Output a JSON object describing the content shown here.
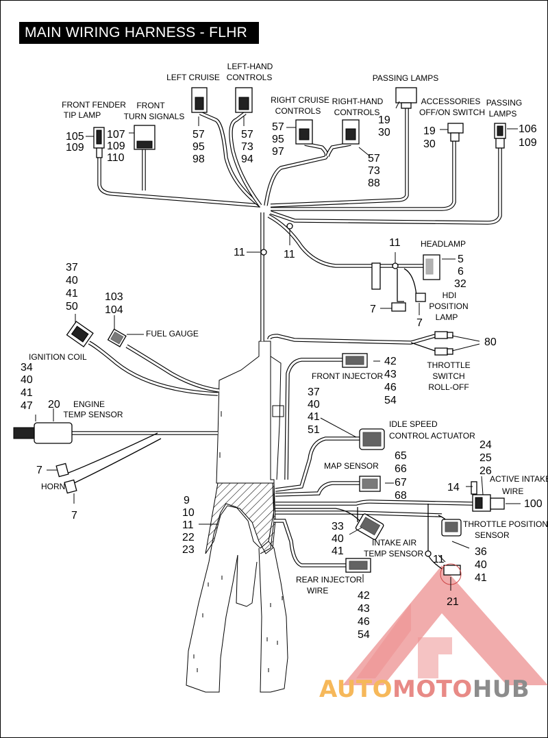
{
  "title": "MAIN WIRING HARNESS - FLHR",
  "labels": {
    "front_fender_tip_lamp": [
      "FRONT FENDER",
      "TIP LAMP"
    ],
    "front_turn_signals": [
      "FRONT",
      "TURN SIGNALS"
    ],
    "left_cruise": "LEFT CRUISE",
    "left_hand_controls": [
      "LEFT-HAND",
      "CONTROLS"
    ],
    "right_cruise_controls": [
      "RIGHT CRUISE",
      "CONTROLS"
    ],
    "right_hand_controls": [
      "RIGHT-HAND",
      "CONTROLS"
    ],
    "passing_lamps_top": "PASSING LAMPS",
    "accessories_switch": [
      "ACCESSORIES",
      "OFF/ON SWITCH"
    ],
    "passing_lamps_right": [
      "PASSING",
      "LAMPS"
    ],
    "headlamp": "HEADLAMP",
    "hdi_position_lamp": [
      "HDI",
      "POSITION",
      "LAMP"
    ],
    "throttle_switch": [
      "THROTTLE",
      "SWITCH",
      "ROLL-OFF"
    ],
    "fuel_gauge": "FUEL GAUGE",
    "ignition_coil": "IGNITION COIL",
    "engine_temp_sensor": [
      "ENGINE",
      "TEMP SENSOR"
    ],
    "horn": "HORN",
    "front_injector": "FRONT INJECTOR",
    "idle_speed": [
      "IDLE SPEED",
      "CONTROL ACTUATOR"
    ],
    "map_sensor": "MAP SENSOR",
    "active_intake": [
      "ACTIVE INTAKE",
      "WIRE"
    ],
    "throttle_position_sensor": [
      "THROTTLE POSITION",
      "SENSOR"
    ],
    "intake_air_temp": [
      "INTAKE AIR",
      "TEMP SENSOR"
    ],
    "rear_injector": [
      "REAR INJECTOR",
      "WIRE"
    ]
  },
  "callouts": {
    "front_fender_tip_lamp": [
      "105",
      "109"
    ],
    "front_turn_signals": [
      "107",
      "109",
      "110"
    ],
    "left_cruise": [
      "57",
      "95",
      "98"
    ],
    "left_hand_controls": [
      "57",
      "73",
      "94"
    ],
    "right_cruise_controls": [
      "57",
      "95",
      "97"
    ],
    "right_hand_controls": [
      "57",
      "73",
      "88"
    ],
    "passing_lamps_top": [
      "19",
      "30"
    ],
    "accessories_switch": [
      "19",
      "30"
    ],
    "passing_lamps_right": [
      "106",
      "109"
    ],
    "harness_clip_left": "11",
    "harness_clip_right": "11",
    "headlamp_clip": "11",
    "headlamp": [
      "5",
      "6",
      "32"
    ],
    "hdi_left": "7",
    "hdi_right": "7",
    "throttle_switch": "80",
    "fuel_gauge": [
      "103",
      "104"
    ],
    "upper_left_connector": [
      "37",
      "40",
      "41",
      "50"
    ],
    "ignition_coil": [
      "34",
      "40",
      "41",
      "47"
    ],
    "engine_temp_sensor": "20",
    "horn_top": "7",
    "horn_bottom": "7",
    "front_injector": [
      "42",
      "43",
      "46",
      "54"
    ],
    "idle_speed": [
      "37",
      "40",
      "41",
      "51"
    ],
    "map_sensor": [
      "65",
      "66",
      "67",
      "68"
    ],
    "active_intake_upper": [
      "24",
      "25",
      "26"
    ],
    "active_intake_left": "14",
    "active_intake_right": "100",
    "harness_frame": [
      "9",
      "10",
      "11",
      "22",
      "23"
    ],
    "intake_air_temp": [
      "33",
      "40",
      "41"
    ],
    "throttle_position_sensor": [
      "36",
      "40",
      "41"
    ],
    "tps_clip": "11",
    "tps_connector": "21",
    "rear_injector": [
      "42",
      "43",
      "46",
      "54"
    ]
  },
  "watermark": {
    "brand_part1": "AUTO",
    "brand_part2": "MOTO",
    "brand_part3": "HUB",
    "color_part1": "#f6b85a",
    "color_part2": "#e88a86",
    "color_part3": "#8c8c8c",
    "triangle_color": "#e97d7d"
  }
}
